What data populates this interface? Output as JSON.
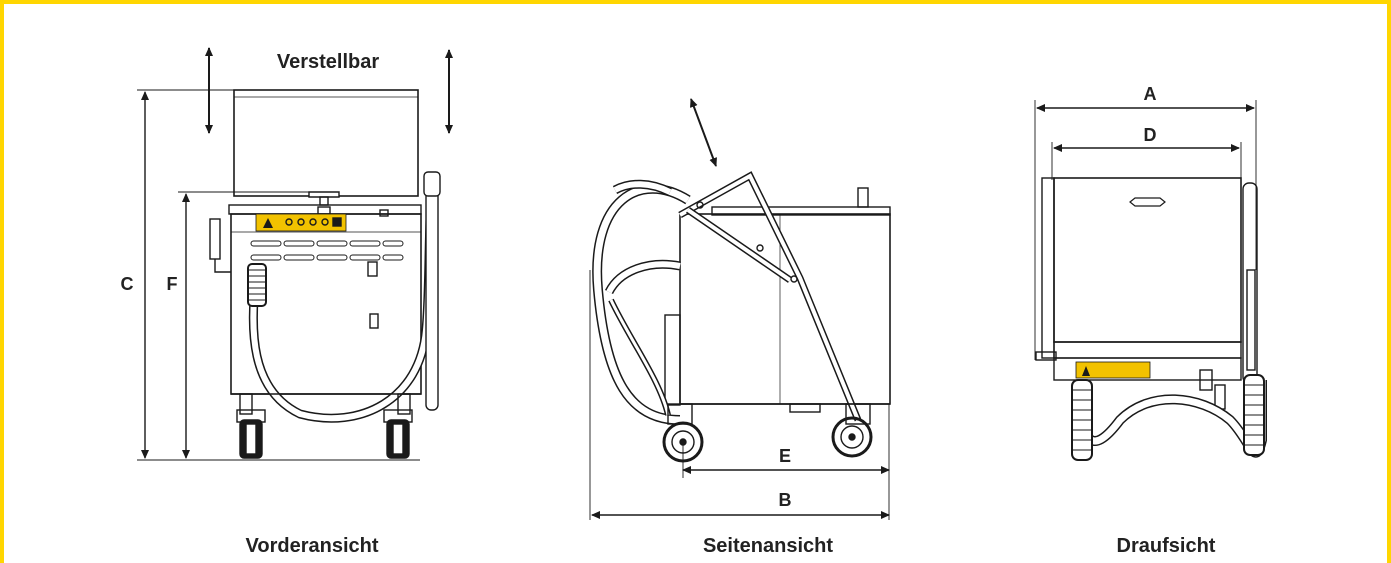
{
  "colors": {
    "frame": "#ffd600",
    "line": "#1a1a1a",
    "panel": "#f2c200"
  },
  "labels": {
    "adjustable": "Verstellbar",
    "dim_a": "A",
    "dim_b": "B",
    "dim_c": "C",
    "dim_d": "D",
    "dim_e": "E",
    "dim_f": "F"
  },
  "views": {
    "front": "Vorderansicht",
    "side": "Seitenansicht",
    "top": "Draufsicht"
  },
  "icons": [
    "double-arrow-icon",
    "dimension-arrow-icon",
    "wheel-icon",
    "hose-icon"
  ]
}
